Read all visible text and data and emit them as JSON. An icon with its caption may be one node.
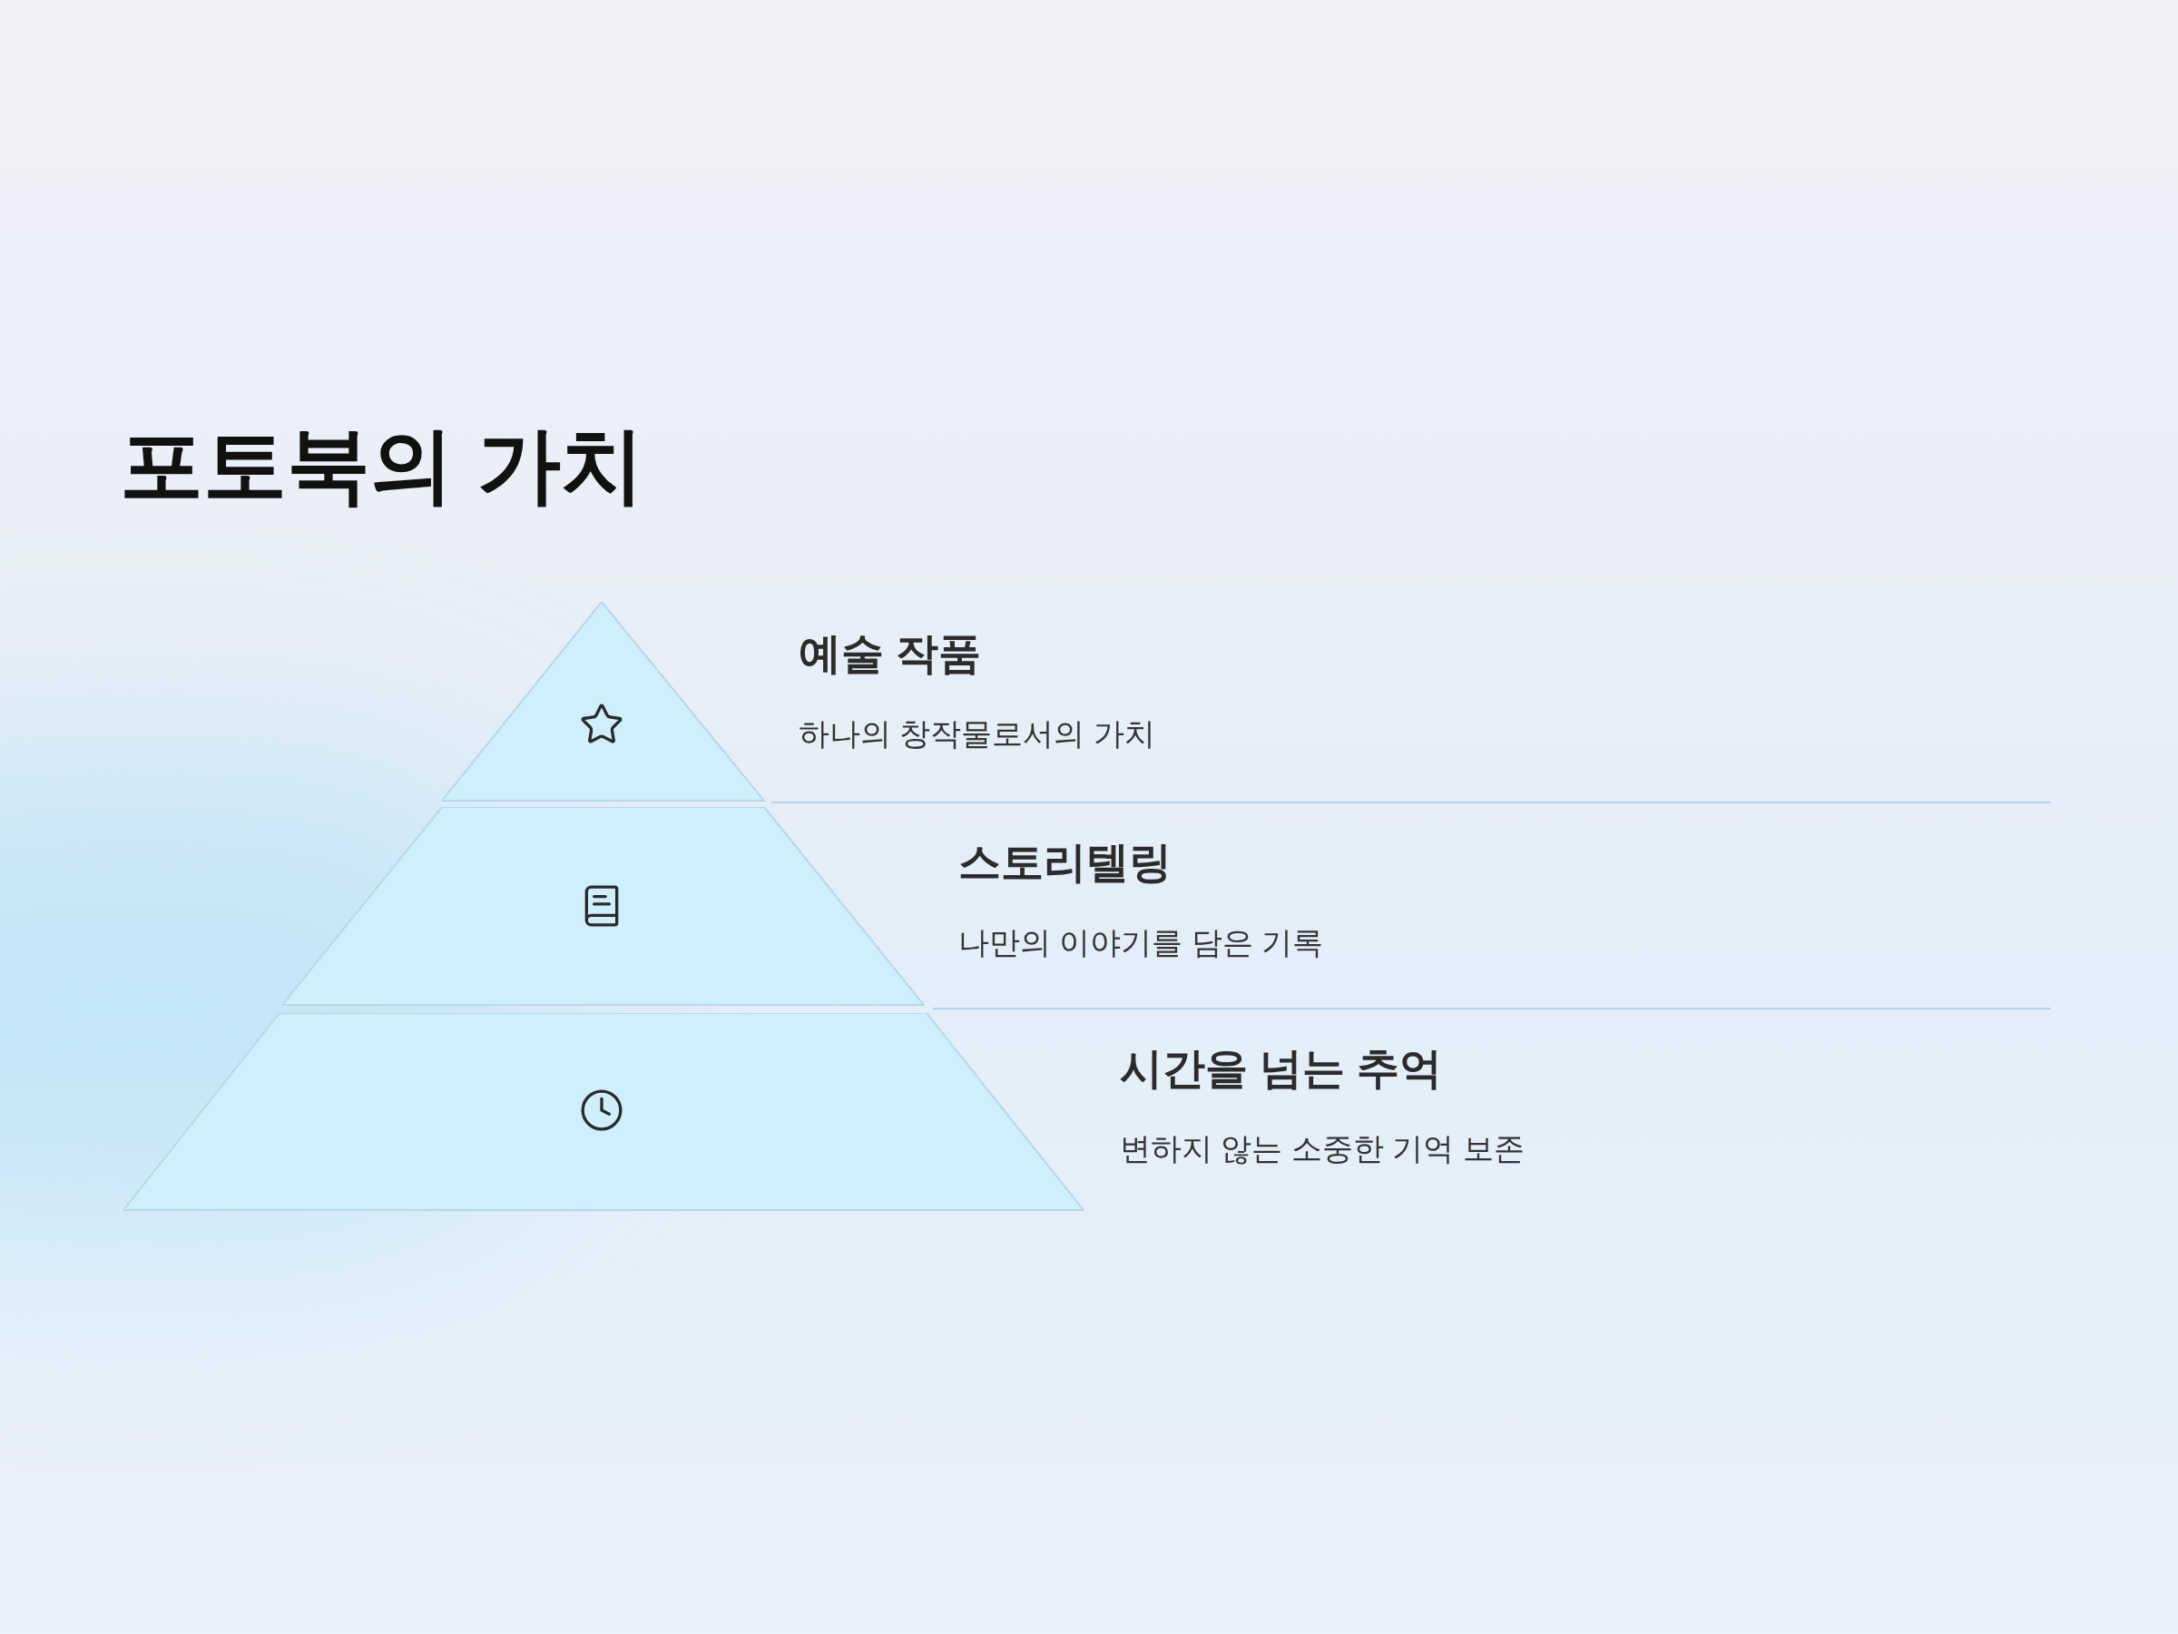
{
  "diagram": {
    "title": "포토북의 가치",
    "nodes": [
      {
        "text": [
          "예술 작품",
          "하나의 창작물로서의 가치"
        ]
      },
      {
        "text": [
          "스토리텔링",
          "나만의 이야기를 담은 기록"
        ]
      },
      {
        "text": [
          "시간을 넘는 추억",
          "변하지 않는 소중한 기억 보존"
        ]
      }
    ]
  }
}
